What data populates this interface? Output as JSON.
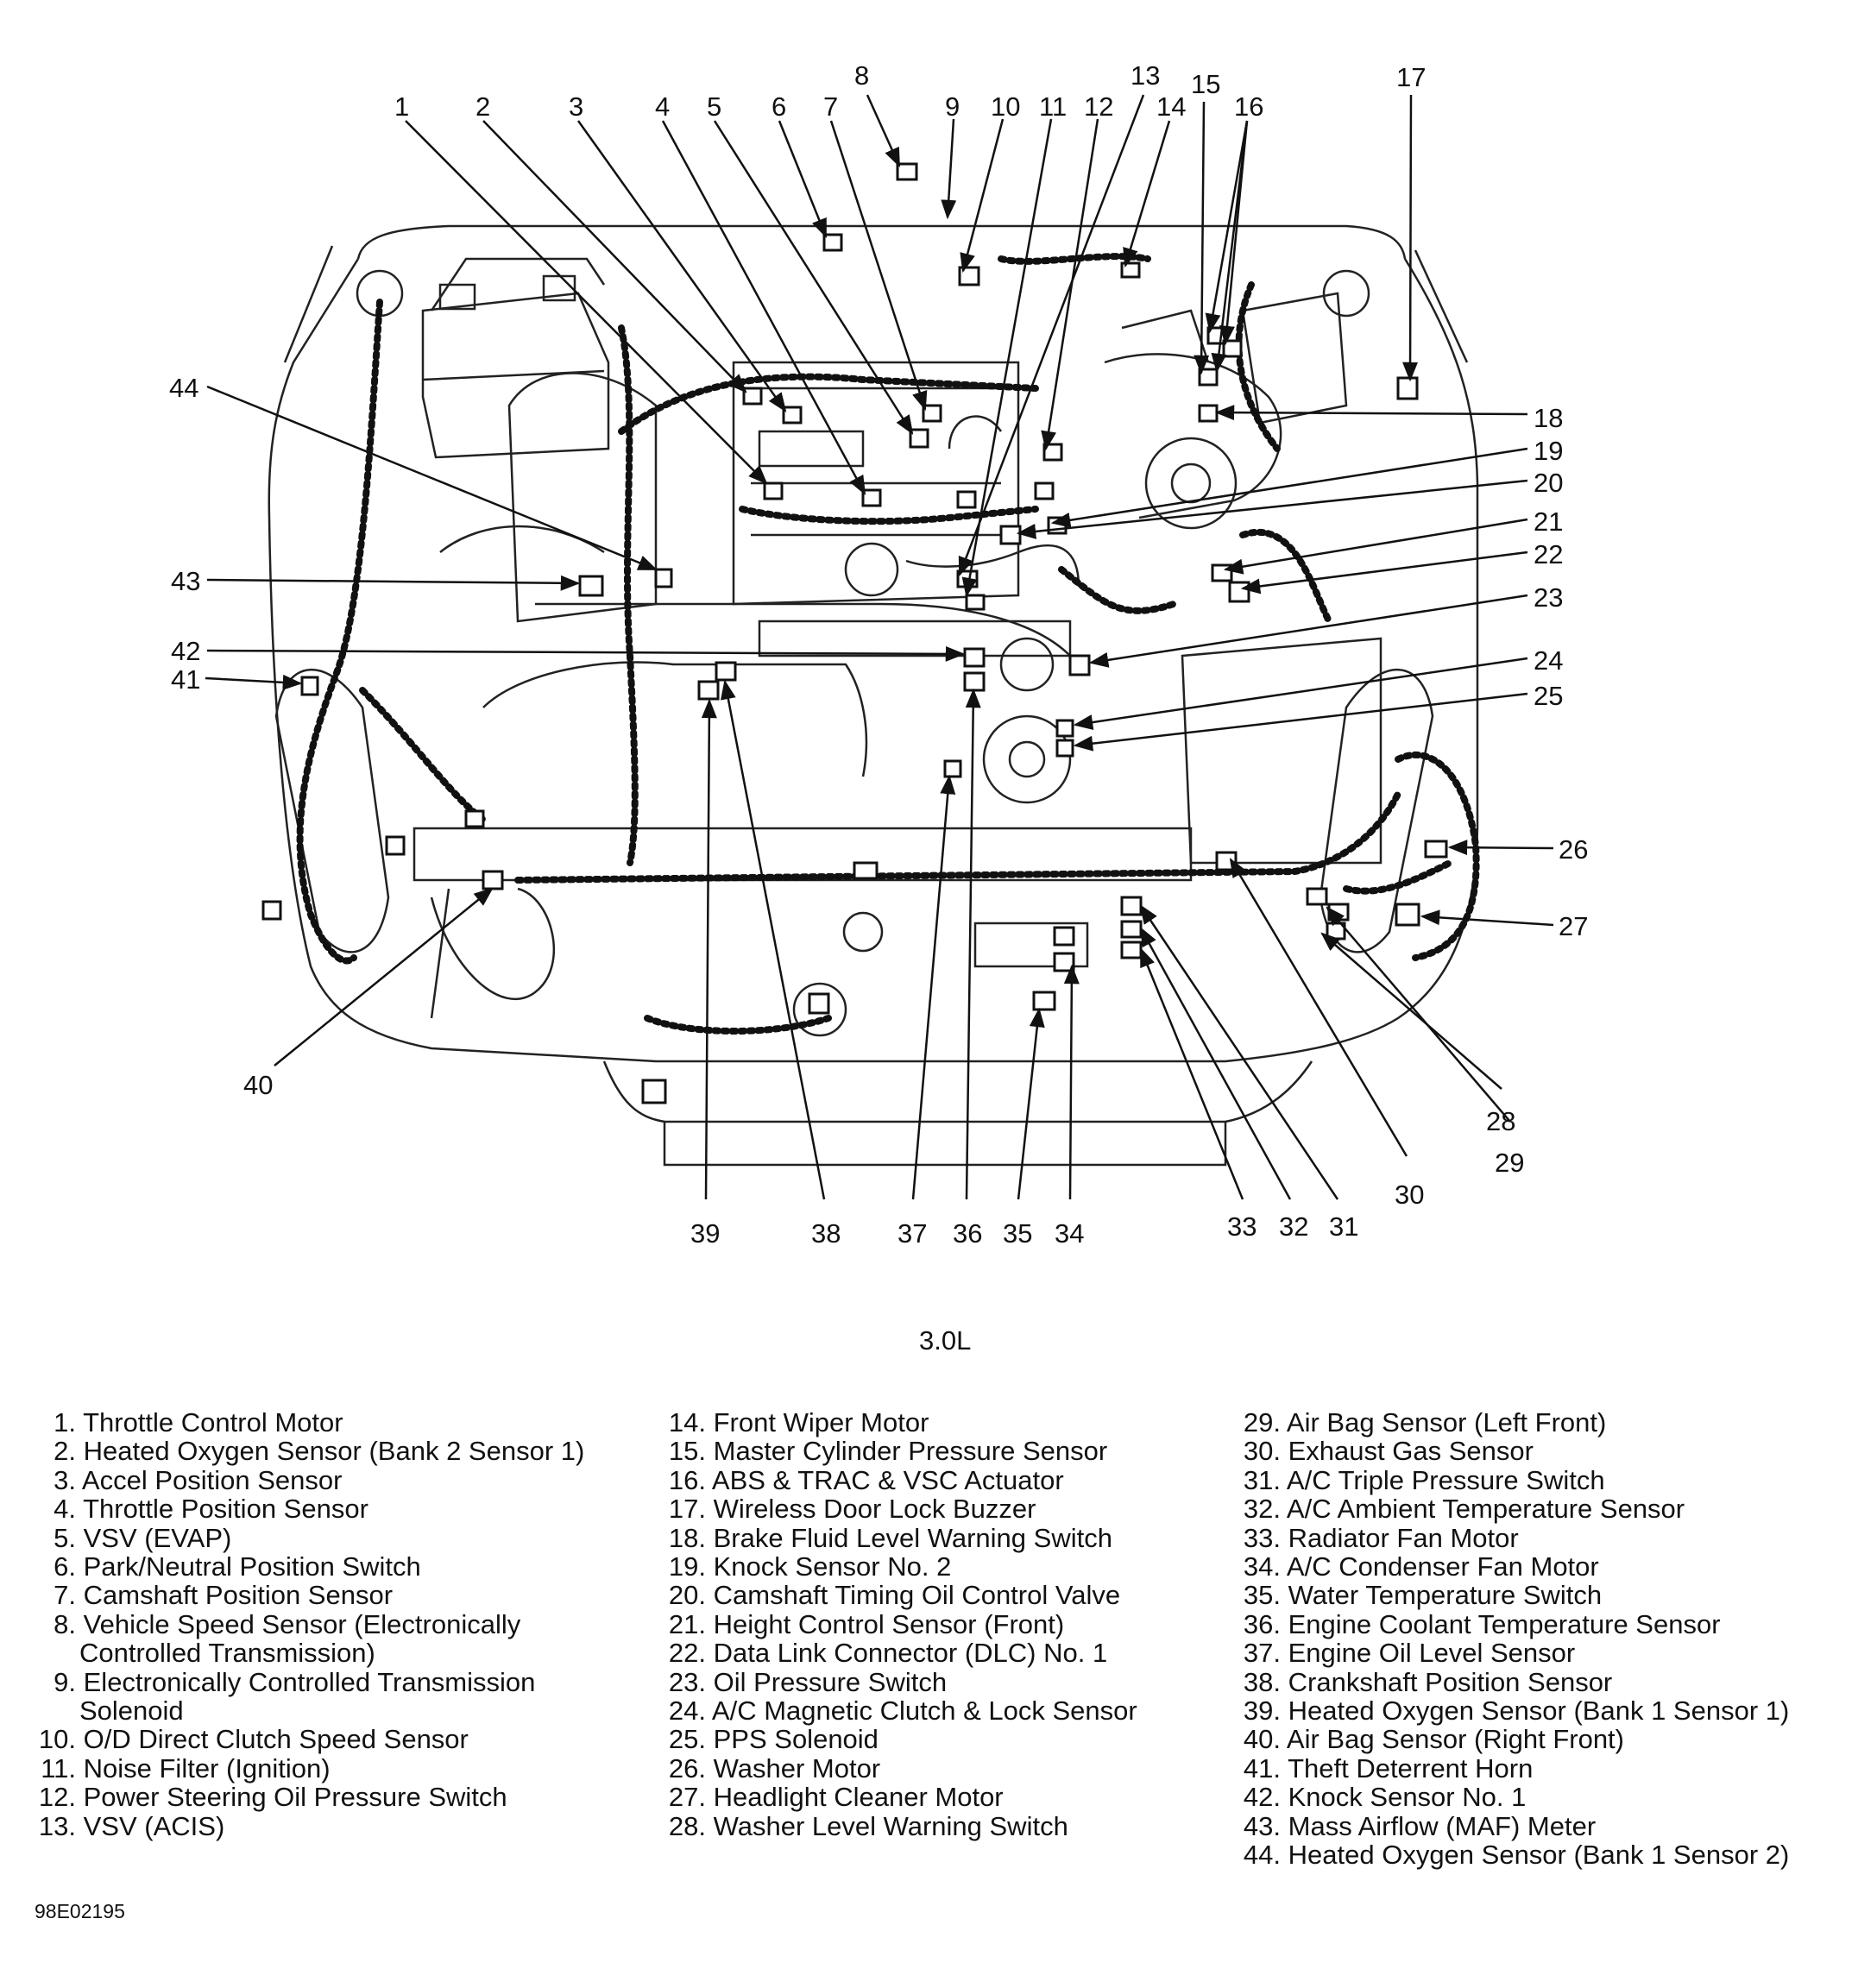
{
  "diagram_label": "3.0L",
  "figure_code": "98E02195",
  "callouts": [
    "1",
    "2",
    "3",
    "4",
    "5",
    "6",
    "7",
    "8",
    "9",
    "10",
    "11",
    "12",
    "13",
    "14",
    "15",
    "16",
    "17",
    "18",
    "19",
    "20",
    "21",
    "22",
    "23",
    "24",
    "25",
    "26",
    "27",
    "28",
    "29",
    "30",
    "31",
    "32",
    "33",
    "34",
    "35",
    "36",
    "37",
    "38",
    "39",
    "40",
    "41",
    "42",
    "43",
    "44"
  ],
  "legend": {
    "col1": [
      {
        "num": "1.",
        "text": "Throttle Control Motor"
      },
      {
        "num": "2.",
        "text": "Heated Oxygen Sensor (Bank 2 Sensor 1)"
      },
      {
        "num": "3.",
        "text": "Accel Position Sensor"
      },
      {
        "num": "4.",
        "text": "Throttle Position Sensor"
      },
      {
        "num": "5.",
        "text": "VSV (EVAP)"
      },
      {
        "num": "6.",
        "text": "Park/Neutral Position Switch"
      },
      {
        "num": "7.",
        "text": "Camshaft Position Sensor"
      },
      {
        "num": "8.",
        "text": "Vehicle Speed Sensor (Electronically",
        "cont": "Controlled Transmission)"
      },
      {
        "num": "9.",
        "text": "Electronically Controlled Transmission",
        "cont": "Solenoid"
      },
      {
        "num": "10.",
        "text": "O/D Direct Clutch Speed Sensor"
      },
      {
        "num": "11.",
        "text": "Noise Filter (Ignition)"
      },
      {
        "num": "12.",
        "text": "Power Steering Oil Pressure Switch"
      },
      {
        "num": "13.",
        "text": "VSV (ACIS)"
      }
    ],
    "col2": [
      {
        "num": "14.",
        "text": "Front Wiper Motor"
      },
      {
        "num": "15.",
        "text": "Master Cylinder Pressure Sensor"
      },
      {
        "num": "16.",
        "text": "ABS & TRAC & VSC Actuator"
      },
      {
        "num": "17.",
        "text": "Wireless Door Lock Buzzer"
      },
      {
        "num": "18.",
        "text": "Brake Fluid Level Warning Switch"
      },
      {
        "num": "19.",
        "text": "Knock Sensor No. 2"
      },
      {
        "num": "20.",
        "text": "Camshaft Timing Oil Control Valve"
      },
      {
        "num": "21.",
        "text": "Height Control Sensor (Front)"
      },
      {
        "num": "22.",
        "text": "Data Link Connector (DLC) No. 1"
      },
      {
        "num": "23.",
        "text": "Oil Pressure Switch"
      },
      {
        "num": "24.",
        "text": "A/C Magnetic Clutch & Lock Sensor"
      },
      {
        "num": "25.",
        "text": "PPS Solenoid"
      },
      {
        "num": "26.",
        "text": "Washer Motor"
      },
      {
        "num": "27.",
        "text": "Headlight Cleaner Motor"
      },
      {
        "num": "28.",
        "text": "Washer Level Warning Switch"
      }
    ],
    "col3": [
      {
        "num": "29.",
        "text": "Air Bag Sensor (Left Front)"
      },
      {
        "num": "30.",
        "text": "Exhaust Gas Sensor"
      },
      {
        "num": "31.",
        "text": "A/C Triple Pressure Switch"
      },
      {
        "num": "32.",
        "text": "A/C Ambient Temperature Sensor"
      },
      {
        "num": "33.",
        "text": "Radiator Fan Motor"
      },
      {
        "num": "34.",
        "text": "A/C Condenser Fan Motor"
      },
      {
        "num": "35.",
        "text": "Water Temperature Switch"
      },
      {
        "num": "36.",
        "text": "Engine Coolant Temperature Sensor"
      },
      {
        "num": "37.",
        "text": "Engine Oil Level Sensor"
      },
      {
        "num": "38.",
        "text": "Crankshaft Position Sensor"
      },
      {
        "num": "39.",
        "text": "Heated Oxygen Sensor (Bank 1 Sensor 1)"
      },
      {
        "num": "40.",
        "text": "Air Bag Sensor (Right Front)"
      },
      {
        "num": "41.",
        "text": "Theft Deterrent Horn"
      },
      {
        "num": "42.",
        "text": "Knock Sensor No. 1"
      },
      {
        "num": "43.",
        "text": "Mass Airflow (MAF) Meter"
      },
      {
        "num": "44.",
        "text": "Heated Oxygen Sensor (Bank 1 Sensor 2)"
      }
    ]
  }
}
